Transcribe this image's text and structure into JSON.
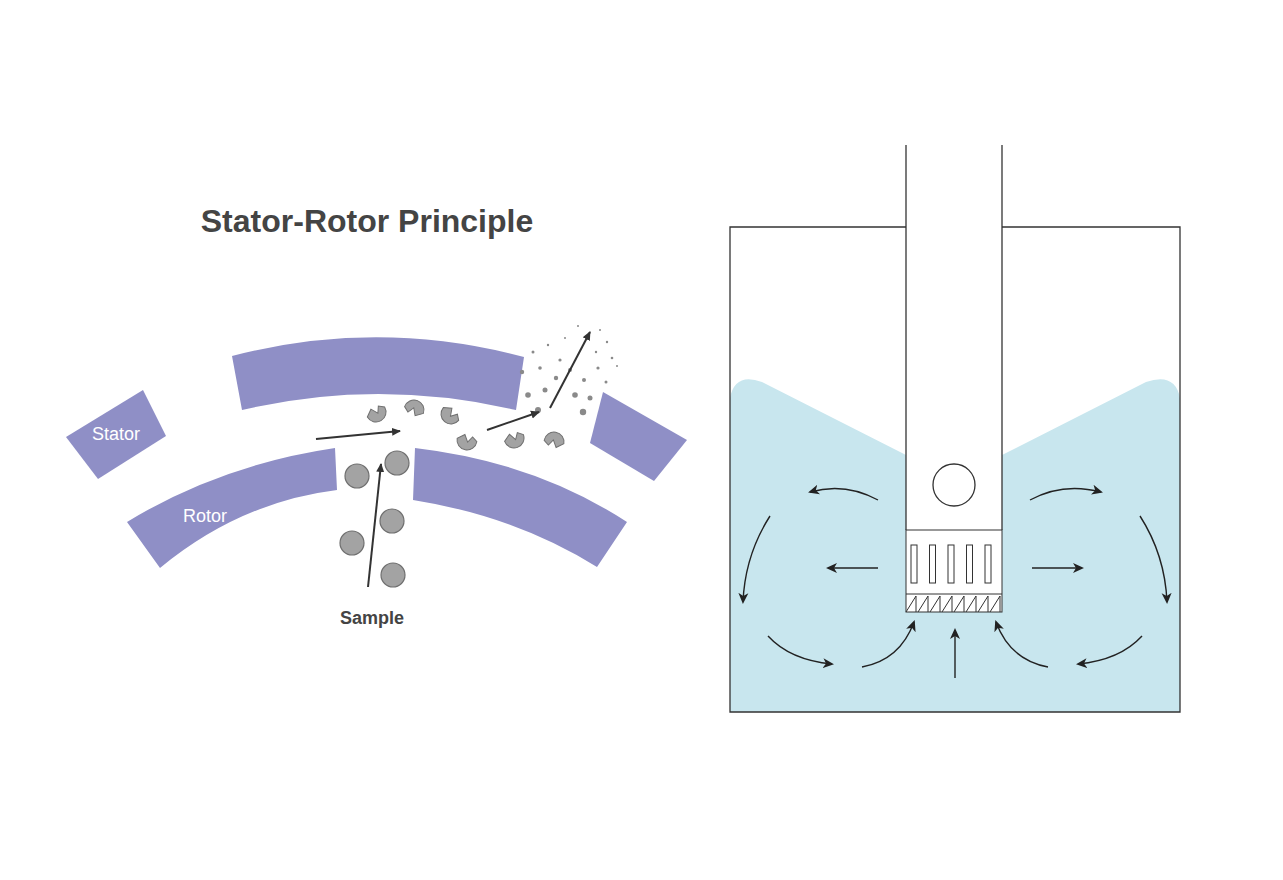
{
  "diagram": {
    "title": "Stator-Rotor Principle",
    "nodes": [
      {
        "text": [
          "Stator"
        ]
      },
      {
        "text": [
          "Rotor"
        ]
      }
    ],
    "labels": [
      "Sample"
    ]
  }
}
